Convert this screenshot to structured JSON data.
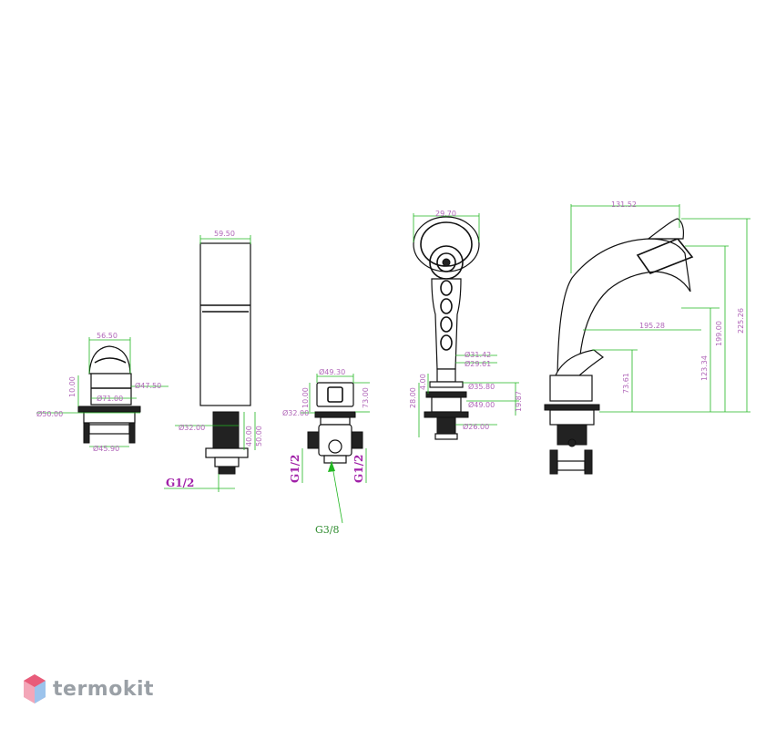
{
  "labels": {
    "c1_width": "56.50",
    "c1_h": "10.00",
    "c1_d1": "Ø47.50",
    "c1_d2": "Ø71.00",
    "c1_d3": "Ø50.00",
    "c1_d4": "Ø45.90",
    "c2_width": "59.50",
    "c2_d": "Ø32.00",
    "c2_h1": "40.00",
    "c2_h2": "50.00",
    "c2_thread": "G1/2",
    "c3_width": "Ø49.30",
    "c3_h1": "10.00",
    "c3_h2": "73.00",
    "c3_d": "Ø32.00",
    "c3_thread_left": "G1/2",
    "c3_thread_right": "G1/2",
    "c3_arrow": "G3/8",
    "c4_width": "29.70",
    "c4_d1": "Ø31.42",
    "c4_d2": "Ø29.61",
    "c4_d3": "Ø35.80",
    "c4_d4": "Ø49.00",
    "c4_d5": "Ø26.00",
    "c4_h1": "28.00",
    "c4_h2": "4.00",
    "c4_h3": "19.87",
    "c5_width": "131.52",
    "c5_reach": "195.28",
    "c5_h1": "73.61",
    "c5_h2": "123.34",
    "c5_h3": "199.00",
    "c5_h4": "225.26"
  },
  "watermark": {
    "text": "termokit",
    "icon": "hexagon-logo-icon"
  },
  "colors": {
    "dimension": "#22b822",
    "dimension_text": "#b066b8",
    "thread": "#a020a8",
    "outline": "#111111"
  }
}
